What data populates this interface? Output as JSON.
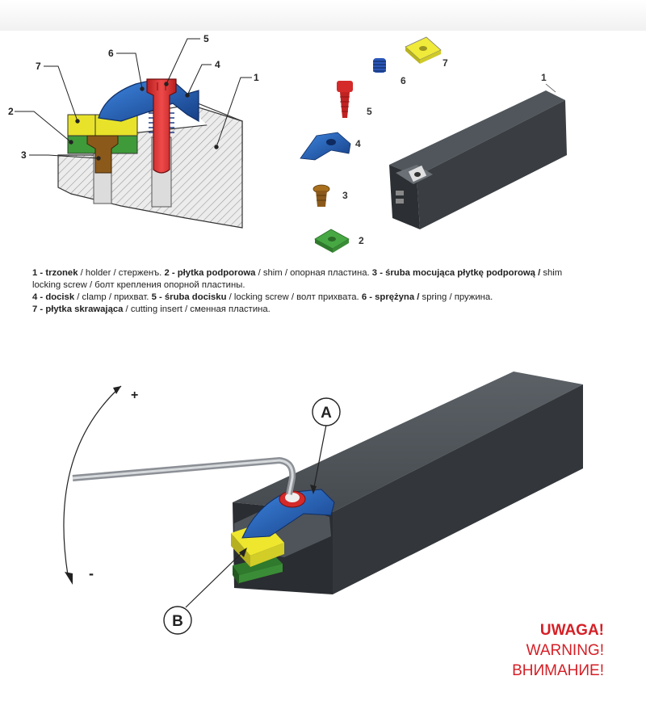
{
  "callouts": {
    "holder": "1",
    "shim": "2",
    "shim_screw": "3",
    "clamp": "4",
    "clamp_screw": "5",
    "spring": "6",
    "insert": "7"
  },
  "legend": {
    "line1": [
      {
        "num": "1 - ",
        "pl": "trzonek",
        "rest": " / holder / стерженъ. "
      },
      {
        "num": "2 - ",
        "pl": "płytka podporowa",
        "rest": " / shim / опорная пластина.  "
      },
      {
        "num": "3 - ",
        "pl": "śruba mocująca płytkę podporową /",
        "rest": " shim"
      }
    ],
    "line2": "locking screw /  болт крепления опорной пластины.",
    "line3": [
      {
        "num": "4 - ",
        "pl": "docisk",
        "rest": " / clamp / прихват. "
      },
      {
        "num": "5 - ",
        "pl": "śruba docisku",
        "rest": " / locking screw / волт прихвата. "
      },
      {
        "num": "6 - ",
        "pl": " sprężyna /",
        "rest": " spring / пружина."
      }
    ],
    "line4": [
      {
        "num": "7 - ",
        "pl": "płytka skrawająca",
        "rest": " / cutting insert  / сменная пластина."
      }
    ]
  },
  "rotation": {
    "plus": "+",
    "minus": "-"
  },
  "markers": {
    "a": "A",
    "b": "B"
  },
  "warning": {
    "pl": "UWAGA!",
    "en": "WARNING!",
    "ru": "ВНИМАНИЕ!"
  },
  "colors": {
    "insert_yellow": "#e8e32a",
    "shim_green": "#3f9a3a",
    "clamp_blue": "#1f5fb4",
    "screw_red": "#d42a2a",
    "shim_screw_brown": "#8b5a1b",
    "holder_dark": "#3b3f43",
    "warning_red": "#d51f26"
  }
}
